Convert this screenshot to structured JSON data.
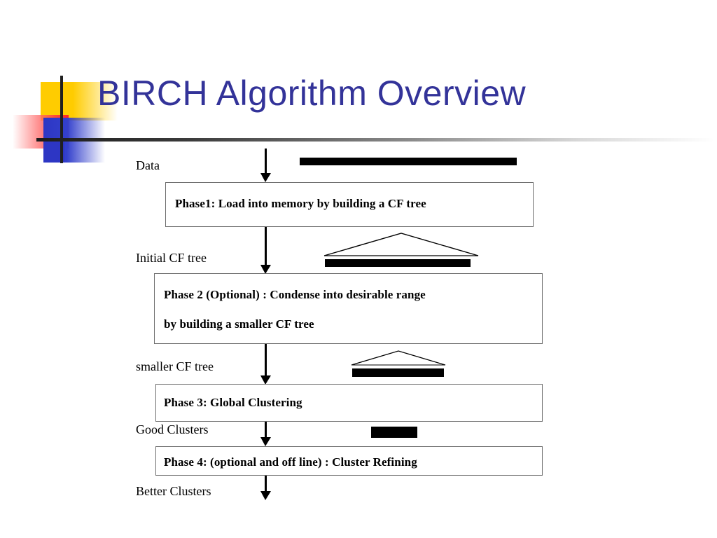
{
  "slide": {
    "title": "BIRCH Algorithm Overview",
    "title_color": "#333399",
    "decoration": {
      "yellow_swatch": "#FFCC00",
      "red_swatch": "#FF2222",
      "blue_swatch": "#2D36C4",
      "rule_color": "#1b1b1b"
    }
  },
  "diagram": {
    "type": "flowchart",
    "orientation": "top-to-bottom",
    "boxes": [
      {
        "id": "phase1",
        "label": "Phase1: Load into memory by building a CF tree"
      },
      {
        "id": "phase2",
        "label_line1": "Phase 2 (Optional) : Condense into desirable range",
        "label_line2": "by building a smaller CF tree"
      },
      {
        "id": "phase3",
        "label": "Phase 3: Global Clustering"
      },
      {
        "id": "phase4",
        "label": "Phase 4: (optional and off line) : Cluster Refining"
      }
    ],
    "edge_labels": [
      {
        "id": "data",
        "text": "Data"
      },
      {
        "id": "initial-cf-tree",
        "text": "Initial CF tree"
      },
      {
        "id": "smaller-cf-tree",
        "text": "smaller CF tree"
      },
      {
        "id": "good-clusters",
        "text": "Good Clusters"
      },
      {
        "id": "better-clusters",
        "text": "Better Clusters"
      }
    ],
    "glyphs": [
      {
        "id": "data-bar",
        "kind": "solid-bar",
        "meaning": "raw data block"
      },
      {
        "id": "initial-tree-glyph",
        "kind": "tree-over-bar",
        "meaning": "large CF tree"
      },
      {
        "id": "smaller-tree-glyph",
        "kind": "tree-over-bar",
        "meaning": "smaller CF tree"
      },
      {
        "id": "clusters-bar",
        "kind": "solid-bar",
        "meaning": "good clusters block"
      }
    ],
    "arrow_count": 5
  }
}
